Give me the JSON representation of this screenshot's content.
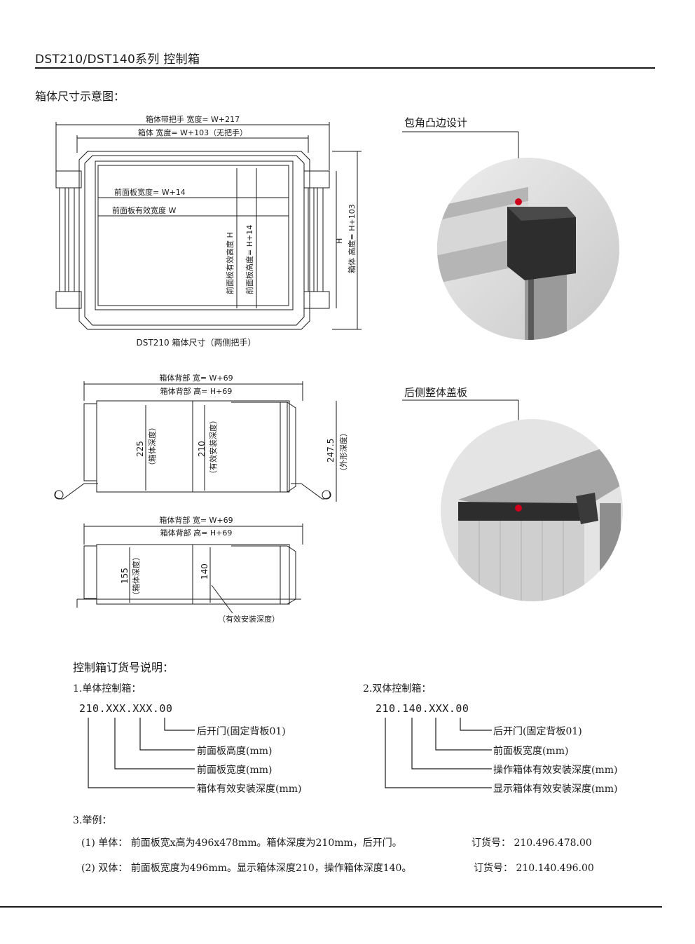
{
  "header": {
    "title": "DST210/DST140系列 控制箱"
  },
  "dims_section": {
    "heading": "箱体尺寸示意图："
  },
  "front_drawing": {
    "top_dim_1": "箱体带把手 宽度= W+217",
    "top_dim_2": "箱体 宽度= W+103（无把手）",
    "panel_width": "前面板宽度= W+14",
    "panel_eff_width": "前面板有效宽度 W",
    "panel_eff_height": "前面板有效高度 H",
    "panel_height": "前面板高度= H+14",
    "box_height_h": "H",
    "box_height": "箱体 高度= H+103",
    "caption": "DST210 箱体尺寸（两侧把手）"
  },
  "side_drawing_1": {
    "back_width": "箱体背部 宽= W+69",
    "back_height": "箱体背部 高= H+69",
    "depth_val": "225",
    "depth_label": "（箱体深度）",
    "install_val": "210",
    "install_label": "（有效安装深度）",
    "outer_val": "247.5",
    "outer_label": "（外形深度）"
  },
  "side_drawing_2": {
    "back_width": "箱体背部 宽= W+69",
    "back_height": "箱体背部 高= H+69",
    "depth_val": "155",
    "depth_label": "（箱体深度）",
    "install_val": "140",
    "install_label": "（有效安装深度）"
  },
  "photos": {
    "corner_caption": "包角凸边设计",
    "back_caption": "后侧整体盖板"
  },
  "order": {
    "heading": "控制箱订货号说明：",
    "single": {
      "title": "1.单体控制箱：",
      "code": "210.XXX.XXX.00",
      "labels": [
        "后开门(固定背板01)",
        "前面板高度(mm)",
        "前面板宽度(mm)",
        "箱体有效安装深度(mm)"
      ]
    },
    "double": {
      "title": "2.双体控制箱：",
      "code": "210.140.XXX.00",
      "labels": [
        "后开门(固定背板01)",
        "前面板宽度(mm)",
        "操作箱体有效安装深度(mm)",
        "显示箱体有效安装深度(mm)"
      ]
    }
  },
  "examples": {
    "heading": "3.举例：",
    "items": [
      {
        "desc": "(1) 单体： 前面板宽x高为496x478mm。箱体深度为210mm，后开门。",
        "code": "订货号： 210.496.478.00"
      },
      {
        "desc": "(2) 双体： 前面板宽度为496mm。显示箱体深度210，操作箱体深度140。",
        "code": "订货号： 210.140.496.00"
      }
    ]
  }
}
